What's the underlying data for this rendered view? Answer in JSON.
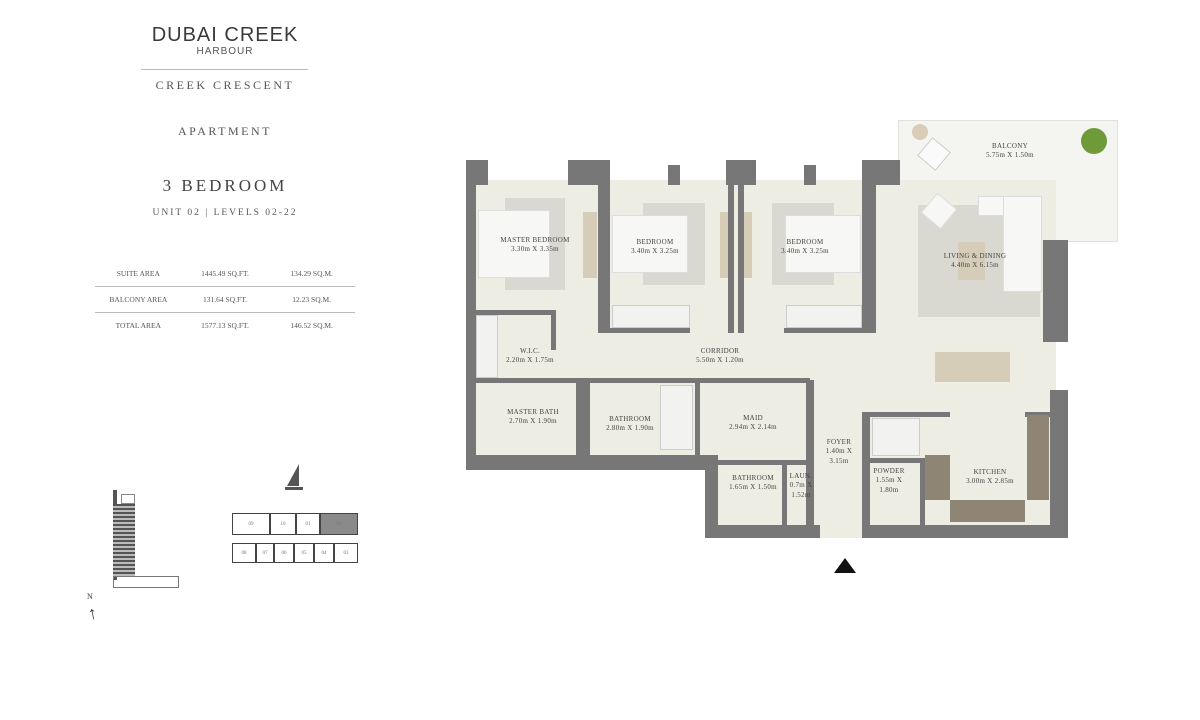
{
  "brand": {
    "name": "DUBAI CREEK",
    "sub": "HARBOUR"
  },
  "project": "CREEK CRESCENT",
  "type": "APARTMENT",
  "bedrooms": "3 BEDROOM",
  "unit": "UNIT 02 | LEVELS 02-22",
  "areas": [
    {
      "label": "SUITE AREA",
      "sqft": "1445.49 SQ.FT.",
      "sqm": "134.29 SQ.M."
    },
    {
      "label": "BALCONY AREA",
      "sqft": "131.64 SQ.FT.",
      "sqm": "12.23 SQ.M."
    },
    {
      "label": "TOTAL AREA",
      "sqft": "1577.13 SQ.FT.",
      "sqm": "146.52 SQ.M."
    }
  ],
  "rooms": {
    "balcony": {
      "name": "BALCONY",
      "size": "5.75m X 1.50m"
    },
    "master_bedroom": {
      "name": "MASTER BEDROOM",
      "size": "3.30m X 3.35m"
    },
    "bedroom2": {
      "name": "BEDROOM",
      "size": "3.40m X 3.25m"
    },
    "bedroom3": {
      "name": "BEDROOM",
      "size": "3.40m X 3.25m"
    },
    "living": {
      "name": "LIVING & DINING",
      "size": "4.40m X 6.15m"
    },
    "wic": {
      "name": "W.I.C.",
      "size": "2.20m X 1.75m"
    },
    "corridor": {
      "name": "CORRIDOR",
      "size": "5.50m X 1.20m"
    },
    "master_bath": {
      "name": "MASTER BATH",
      "size": "2.70m X 1.90m"
    },
    "bathroom": {
      "name": "BATHROOM",
      "size": "2.80m X 1.90m"
    },
    "maid": {
      "name": "MAID",
      "size": "2.94m X 2.14m"
    },
    "foyer": {
      "name": "FOYER",
      "size": "1.40m X 3.15m"
    },
    "maid_bathroom": {
      "name": "BATHROOM",
      "size": "1.65m X 1.50m"
    },
    "laundry": {
      "name": "LAUN.",
      "size": "0.7m X 1.52m"
    },
    "powder": {
      "name": "POWDER",
      "size": "1.55m X 1.80m"
    },
    "kitchen": {
      "name": "KITCHEN",
      "size": "3.00m X 2.85m"
    }
  },
  "key_plan": {
    "top": [
      "09",
      "10",
      "01",
      "02"
    ],
    "bottom": [
      "08",
      "07",
      "06",
      "05",
      "04",
      "03"
    ],
    "highlighted": "02",
    "highlight_color": "#8a8a8a"
  },
  "compass": "N",
  "colors": {
    "wall": "#777777",
    "floor": "#eeede3",
    "rug": "#d9d8d1"
  }
}
